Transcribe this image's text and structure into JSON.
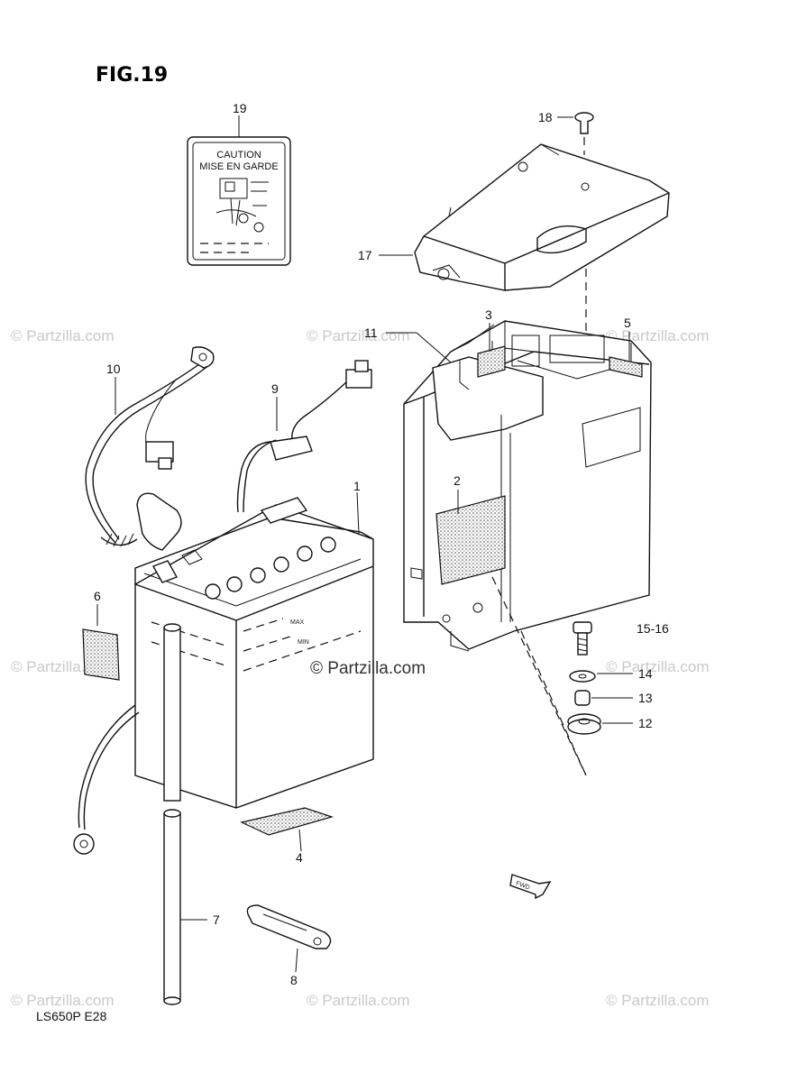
{
  "figure": {
    "title": "FIG.19",
    "model_code": "LS650P  E28"
  },
  "caution_label": {
    "line1": "CAUTION",
    "line2": "MISE EN GARDE"
  },
  "battery_marks": {
    "max": "MAX",
    "min": "MIN"
  },
  "fwd_marker": "FWD",
  "reference_note": "15-16",
  "callouts": {
    "c1": "1",
    "c2": "2",
    "c3": "3",
    "c4": "4",
    "c5": "5",
    "c6": "6",
    "c7": "7",
    "c8": "8",
    "c9": "9",
    "c10": "10",
    "c11": "11",
    "c12": "12",
    "c13": "13",
    "c14": "14",
    "c17": "17",
    "c18": "18",
    "c19": "19"
  },
  "watermark": {
    "text": "© Partzilla.com"
  },
  "colors": {
    "line": "#111111",
    "watermark": "#c9c9c9",
    "background": "#ffffff"
  }
}
